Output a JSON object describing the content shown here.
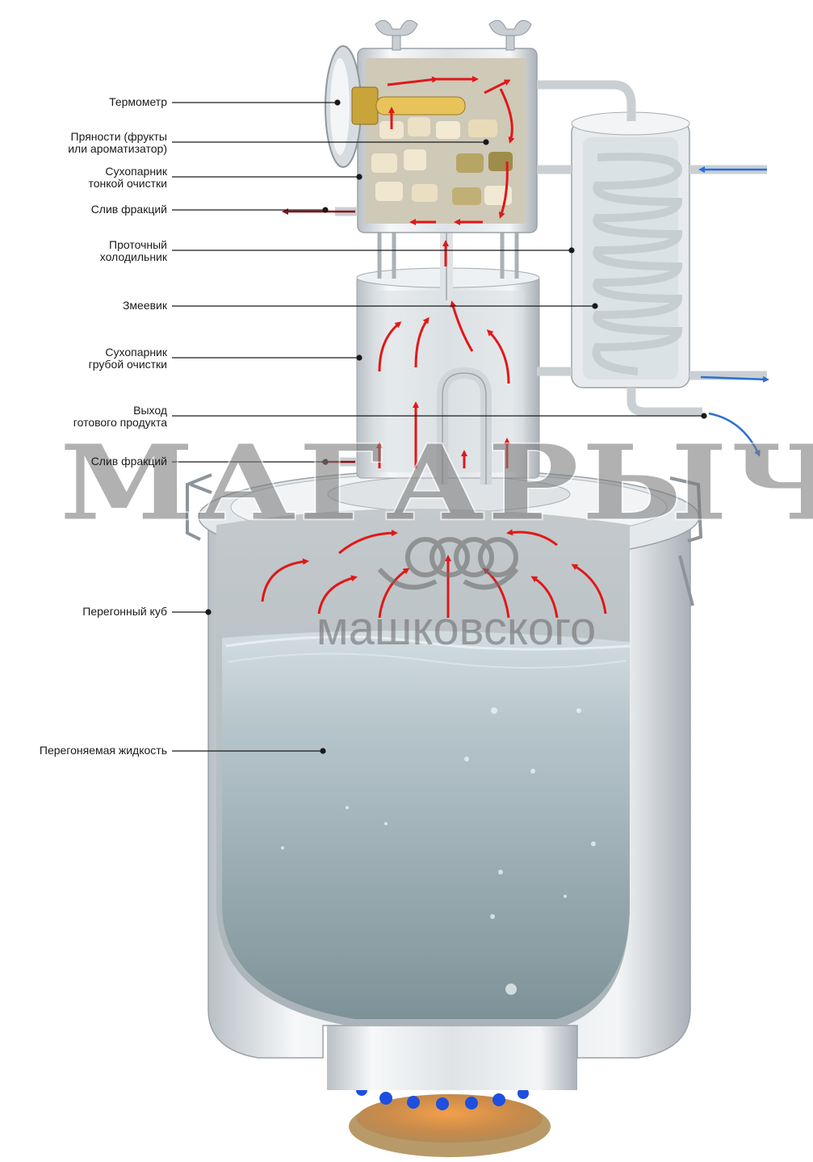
{
  "labels": {
    "thermometer": "Термометр",
    "spices": "Пряности (фрукты\nили ароматизатор)",
    "fine_dryer": "Сухопарник\nтонкой очистки",
    "drain_top": "Слив фракций",
    "flow_cooler": "Проточный\nхолодильник",
    "coil": "Змеевик",
    "coarse_dryer": "Сухопарник\nгрубой очистки",
    "product_out": "Выход\nготового продукта",
    "drain_bottom": "Слив фракций",
    "still_pot": "Перегонный куб",
    "liquid": "Перегоняемая жидкость"
  },
  "watermark": {
    "brand": "МАГАРЫЧ",
    "sub": "машковского"
  },
  "colors": {
    "hot_flow": "#e01818",
    "cold_flow": "#2a6fd8",
    "steel": "#d8dde2",
    "liquid": "#b7c6cc",
    "flame": "#1e4fe0"
  }
}
